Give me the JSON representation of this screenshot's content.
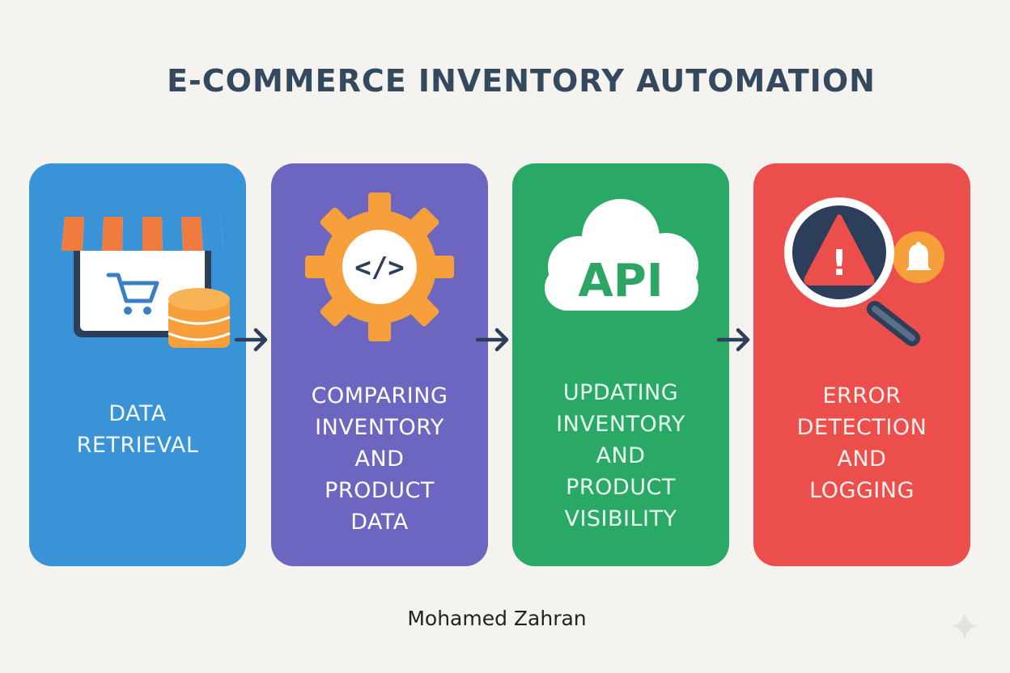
{
  "title": "E-COMMERCE INVENTORY AUTOMATION",
  "steps": [
    {
      "label": "DATA\nRETRIEVAL",
      "icon": "storefront-database-icon",
      "color": "#3a93d6"
    },
    {
      "label": "COMPARING\nINVENTORY\nAND\nPRODUCT\nDATA",
      "icon": "gear-code-icon",
      "color": "#6c66c0"
    },
    {
      "label": "UPDATING\nINVENTORY\nAND\nPRODUCT\nVISIBILITY",
      "icon": "cloud-api-icon",
      "icon_text": "API",
      "color": "#29a866"
    },
    {
      "label": "ERROR\nDETECTION\nAND\nLOGGING",
      "icon": "magnifier-warning-bell-icon",
      "color": "#ec4e4b"
    }
  ],
  "arrow_icon": "arrow-right-icon",
  "code_symbol": "</>",
  "warning_symbol": "!",
  "author": "Mohamed Zahran",
  "colors": {
    "title": "#34495e",
    "background": "#f4f3ef",
    "orange": "#f7a03b",
    "navy": "#2c3e5a"
  }
}
